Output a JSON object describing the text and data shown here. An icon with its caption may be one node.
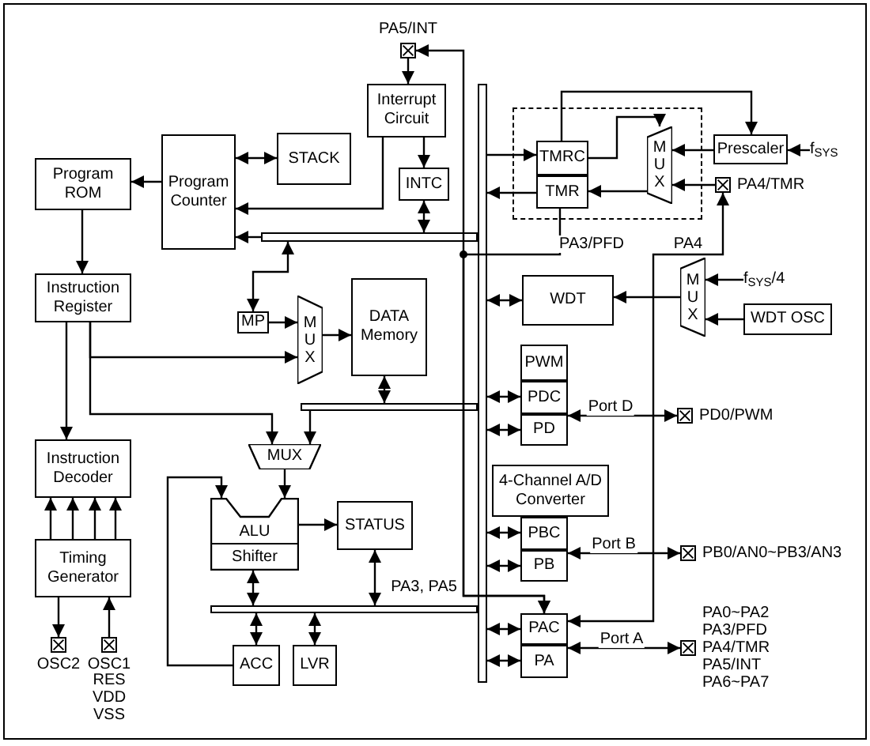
{
  "diagram": {
    "nodes": [
      {
        "text": [
          "PA5/INT"
        ]
      },
      {
        "text": [
          "Interrupt Circuit"
        ]
      },
      {
        "text": [
          "INTC"
        ]
      },
      {
        "text": [
          "STACK"
        ]
      },
      {
        "text": [
          "Program Counter"
        ]
      },
      {
        "text": [
          "Program ROM"
        ]
      },
      {
        "text": [
          "Instruction Register"
        ]
      },
      {
        "text": [
          "MP"
        ]
      },
      {
        "text": [
          "MUX"
        ]
      },
      {
        "text": [
          "DATA Memory"
        ]
      },
      {
        "text": [
          "Instruction Decoder"
        ]
      },
      {
        "text": [
          "Timing Generator"
        ]
      },
      {
        "text": [
          "OSC2"
        ]
      },
      {
        "text": [
          "OSC1"
        ]
      },
      {
        "text": [
          "MUX"
        ]
      },
      {
        "text": [
          "ALU",
          "Shifter"
        ]
      },
      {
        "text": [
          "STATUS"
        ]
      },
      {
        "text": [
          "ACC"
        ]
      },
      {
        "text": [
          "LVR"
        ]
      },
      {
        "text": [],
        "shape": "box"
      },
      {
        "text": [
          "TMRC"
        ],
        "in": 19
      },
      {
        "text": [
          "TMR"
        ],
        "in": 19
      },
      {
        "text": [
          "MUX"
        ],
        "in": 19
      },
      {
        "text": [
          "Prescaler"
        ]
      },
      {
        "text": [
          "f$_{SYS}$"
        ]
      },
      {
        "text": [
          "PA4/TMR"
        ]
      },
      {
        "text": [
          "WDT"
        ]
      },
      {
        "text": [
          "MUX"
        ]
      },
      {
        "text": [
          "f$_{SYS}$/4"
        ]
      },
      {
        "text": [
          "WDT OSC"
        ]
      },
      {
        "text": [
          "PWM"
        ]
      },
      {
        "text": [
          "PDC"
        ]
      },
      {
        "text": [
          "PD"
        ]
      },
      {
        "text": [
          "PD0/PWM"
        ]
      },
      {
        "text": [
          "4-Channel A/D Converter"
        ]
      },
      {
        "text": [
          "PBC"
        ]
      },
      {
        "text": [
          "PB"
        ]
      },
      {
        "text": [
          "PB0/AN0~PB3/AN3"
        ]
      },
      {
        "text": [
          "PAC"
        ]
      },
      {
        "text": [
          "PA"
        ]
      },
      {
        "text": [
          "PA0~PA2",
          "PA3/PFD",
          "PA4/TMR",
          "PA5/INT",
          "PA6~PA7"
        ]
      },
      {
        "text": [],
        "shape": "bar"
      },
      {
        "text": [],
        "shape": "bar"
      },
      {
        "text": [],
        "shape": "bar"
      },
      {
        "text": [],
        "shape": "bar"
      }
    ],
    "edges": [
      {
        "from": 0,
        "to": 1,
        "arrow": "to"
      },
      {
        "from": 1,
        "to": 2,
        "arrow": "to"
      },
      {
        "from": 1,
        "to": 4,
        "arrow": "to"
      },
      {
        "from": 2,
        "to": 43,
        "arrow": "both"
      },
      {
        "from": 3,
        "to": 4,
        "arrow": "both"
      },
      {
        "from": 4,
        "to": 5,
        "arrow": "to"
      },
      {
        "from": 43,
        "to": 4,
        "arrow": "to"
      },
      {
        "from": 5,
        "to": 6,
        "arrow": "to"
      },
      {
        "from": 6,
        "to": 8,
        "arrow": "to"
      },
      {
        "from": 6,
        "to": 10,
        "arrow": "to"
      },
      {
        "from": 6,
        "to": 14,
        "arrow": "to"
      },
      {
        "from": 7,
        "to": 43,
        "arrow": "both"
      },
      {
        "from": 7,
        "to": 8,
        "arrow": "to"
      },
      {
        "from": 8,
        "to": 9,
        "arrow": "to"
      },
      {
        "from": 9,
        "to": 44,
        "arrow": "both"
      },
      {
        "from": 44,
        "to": 14,
        "arrow": "to"
      },
      {
        "from": 14,
        "to": 15,
        "arrow": "to"
      },
      {
        "from": 17,
        "to": 15,
        "arrow": "to"
      },
      {
        "from": 15,
        "to": 16,
        "arrow": "to"
      },
      {
        "from": 15,
        "to": 42,
        "arrow": "both"
      },
      {
        "from": 16,
        "to": 42,
        "arrow": "both"
      },
      {
        "from": 17,
        "to": 42,
        "arrow": "both"
      },
      {
        "from": 18,
        "to": 42,
        "arrow": "both"
      },
      {
        "from": 11,
        "to": 10,
        "arrow": "to"
      },
      {
        "from": 11,
        "to": 10,
        "arrow": "to"
      },
      {
        "from": 11,
        "to": 10,
        "arrow": "to"
      },
      {
        "from": 11,
        "to": 10,
        "arrow": "to"
      },
      {
        "from": 11,
        "to": 12,
        "arrow": "to"
      },
      {
        "from": 13,
        "to": 11,
        "arrow": "to"
      },
      {
        "from": 41,
        "to": 20,
        "arrow": "to"
      },
      {
        "from": 21,
        "to": 41,
        "arrow": "to"
      },
      {
        "from": 20,
        "to": 22,
        "arrow": "to"
      },
      {
        "from": 20,
        "to": 23,
        "arrow": "to"
      },
      {
        "from": 23,
        "to": 22,
        "arrow": "to"
      },
      {
        "from": 24,
        "to": 23,
        "arrow": "to"
      },
      {
        "from": 25,
        "to": 22,
        "arrow": "to"
      },
      {
        "from": 22,
        "to": 21,
        "arrow": "to"
      },
      {
        "from": 21,
        "to": 38,
        "arrow": "to",
        "label": "PA3/PFD"
      },
      {
        "from": 0,
        "to": 38,
        "arrow": "both",
        "label": "PA3, PA5"
      },
      {
        "from": 25,
        "to": 38,
        "arrow": "both",
        "label": "PA4"
      },
      {
        "from": 26,
        "to": 41,
        "arrow": "both"
      },
      {
        "from": 27,
        "to": 26,
        "arrow": "to"
      },
      {
        "from": 28,
        "to": 27,
        "arrow": "to"
      },
      {
        "from": 29,
        "to": 27,
        "arrow": "to"
      },
      {
        "from": 31,
        "to": 41,
        "arrow": "both"
      },
      {
        "from": 32,
        "to": 41,
        "arrow": "both"
      },
      {
        "from": 35,
        "to": 41,
        "arrow": "both"
      },
      {
        "from": 36,
        "to": 41,
        "arrow": "both"
      },
      {
        "from": 38,
        "to": 41,
        "arrow": "both"
      },
      {
        "from": 39,
        "to": 41,
        "arrow": "both"
      },
      {
        "from": 32,
        "to": 33,
        "arrow": "both",
        "label": "Port D"
      },
      {
        "from": 36,
        "to": 37,
        "arrow": "both",
        "label": "Port B"
      },
      {
        "from": 39,
        "to": 40,
        "arrow": "both",
        "label": "Port A"
      }
    ],
    "labels": [
      "RES",
      "VDD",
      "VSS"
    ]
  }
}
